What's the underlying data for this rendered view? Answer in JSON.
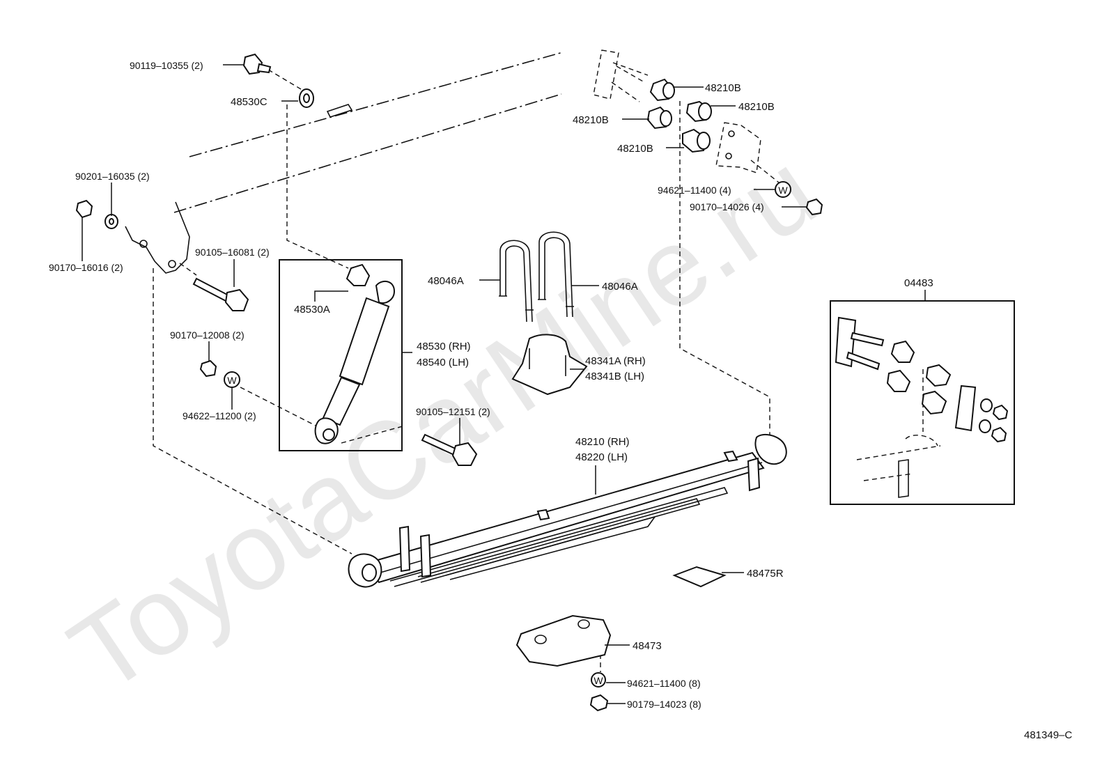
{
  "watermark": "ToyotaCarMine.ru",
  "diagram_code": "481349–C",
  "labels": {
    "p90119": "90119–10355 (2)",
    "p48530C": "48530C",
    "p90201": "90201–16035 (2)",
    "p90170_16016": "90170–16016 (2)",
    "p90105_16081": "90105–16081 (2)",
    "p48530A": "48530A",
    "p48530rh": "48530 (RH)",
    "p48540lh": "48540 (LH)",
    "p90170_12008": "90170–12008 (2)",
    "p94622": "94622–11200 (2)",
    "p90105_12151": "90105–12151 (2)",
    "p48210B_1": "48210B",
    "p48210B_2": "48210B",
    "p48210B_3": "48210B",
    "p48210B_4": "48210B",
    "p94621_4": "94621–11400 (4)",
    "p90170_14026": "90170–14026 (4)",
    "p48046A_l": "48046A",
    "p48046A_r": "48046A",
    "p48341A": "48341A (RH)",
    "p48341B": "48341B (LH)",
    "p48210rh": "48210 (RH)",
    "p48220lh": "48220 (LH)",
    "p04483": "04483",
    "p48475R": "48475R",
    "p48473": "48473",
    "p94621_8": "94621–11400 (8)",
    "p90179": "90179–14023 (8)"
  },
  "symbols": {
    "washer_letter": "W",
    "icons": [
      "bolt-icon",
      "nut-icon",
      "washer-icon",
      "bushing-icon",
      "u-bolt-icon",
      "shock-absorber-icon",
      "leaf-spring-icon",
      "bracket-icon"
    ]
  }
}
